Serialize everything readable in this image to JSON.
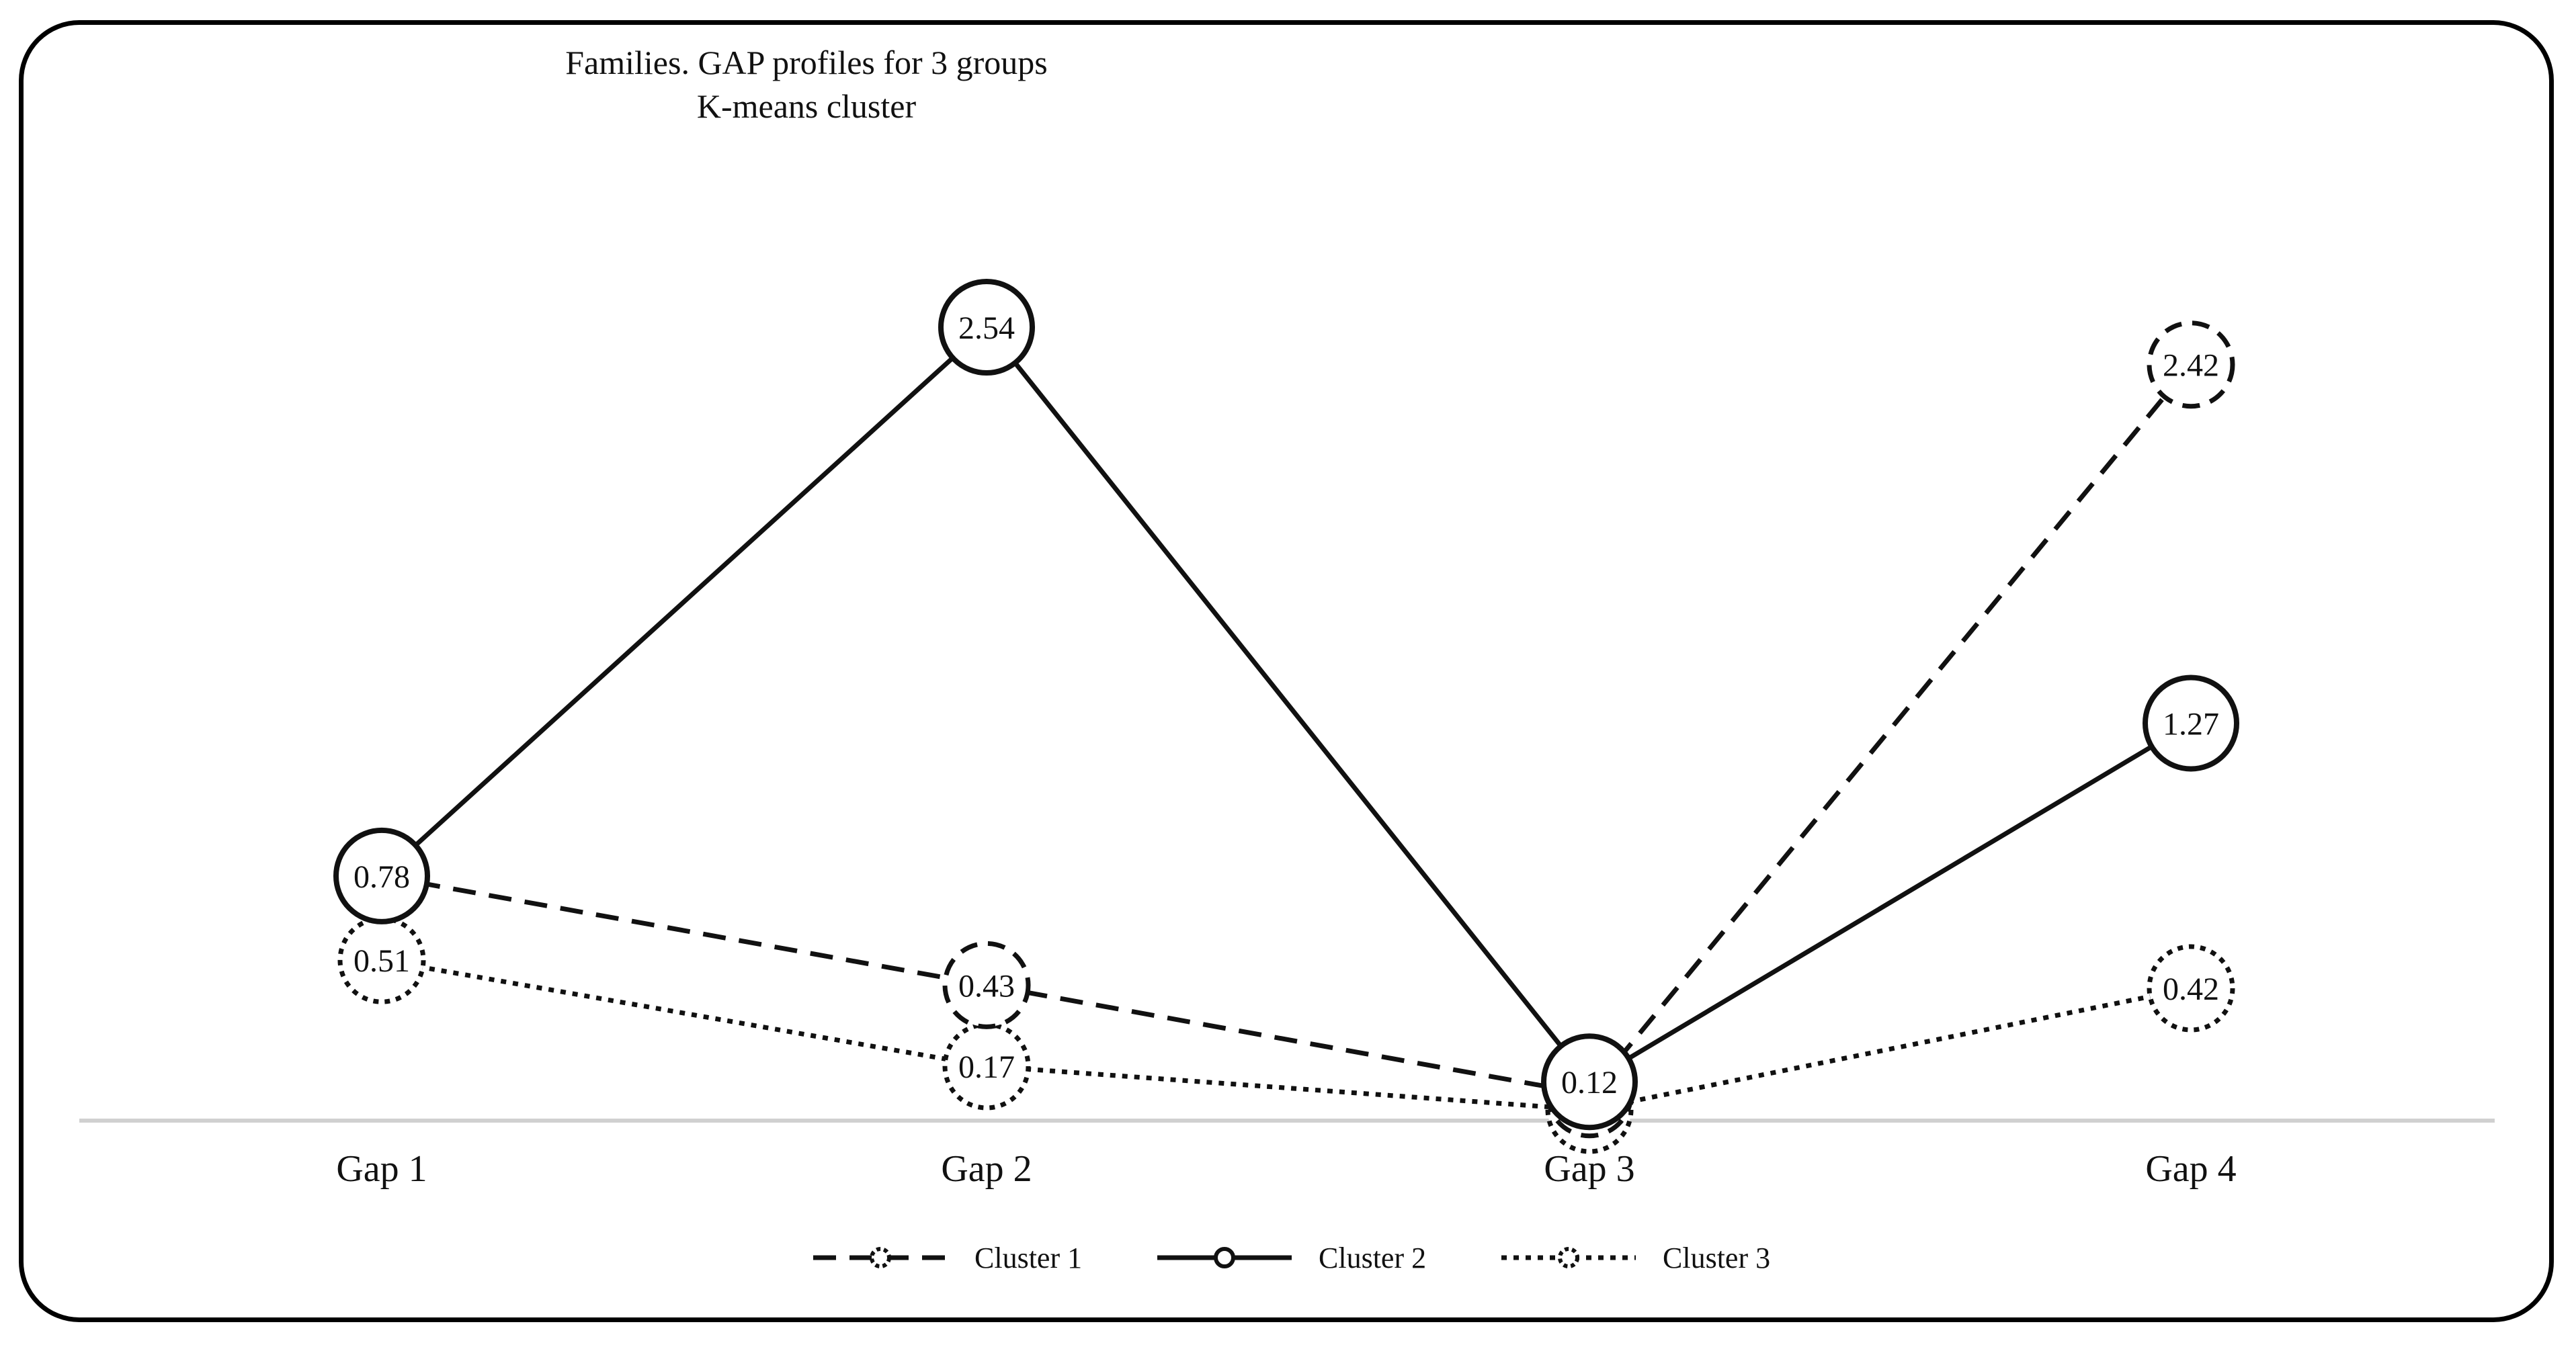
{
  "chart_data": {
    "type": "line",
    "title": "Families. GAP profiles for 3 groups",
    "subtitle": "K-means cluster",
    "categories": [
      "Gap 1",
      "Gap 2",
      "Gap 3",
      "Gap 4"
    ],
    "xlabel": "",
    "ylabel": "",
    "ylim": [
      0,
      2.6
    ],
    "grid": false,
    "legend_position": "bottom",
    "series": [
      {
        "name": "Cluster 1",
        "values": [
          0.78,
          0.43,
          0.08,
          2.42
        ],
        "labels": [
          "0.78",
          "0.43",
          "0.08",
          "2.42"
        ],
        "line_style": "dashed",
        "color": "#111111"
      },
      {
        "name": "Cluster 2",
        "values": [
          0.78,
          2.54,
          0.12,
          1.27
        ],
        "labels": [
          "0.78",
          "2.54",
          "0.12",
          "1.27"
        ],
        "line_style": "solid",
        "color": "#111111"
      },
      {
        "name": "Cluster 3",
        "values": [
          0.51,
          0.17,
          0.03,
          0.42
        ],
        "labels": [
          "0.51",
          "0.17",
          "0.03",
          "0.42"
        ],
        "line_style": "dotted",
        "color": "#111111"
      }
    ]
  }
}
